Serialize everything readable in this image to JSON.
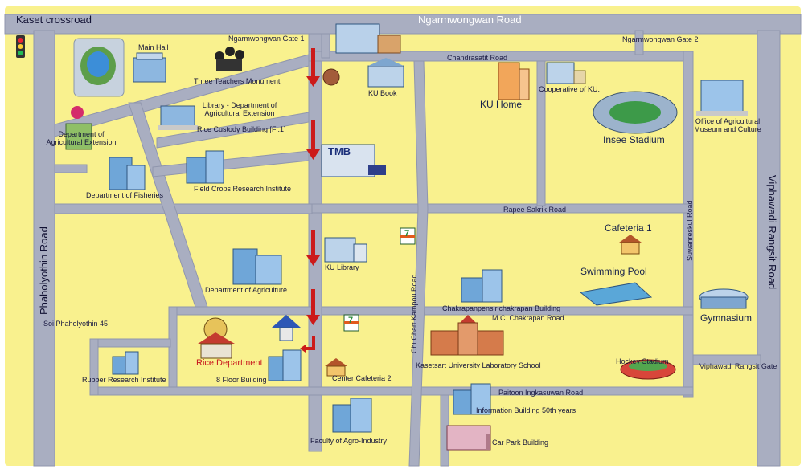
{
  "roads": {
    "top": "Ngarmwongwan Road",
    "kaset": "Kaset crossroad",
    "left": "Phaholyothin Road",
    "right": "Viphawadi Rangsit Road",
    "chandrasatit": "Chandrasatit Road",
    "rapee": "Rapee Sakrik Road",
    "suwanvesokul": "Suwanreskul Road",
    "chuchart": "ChuChart Kampou Road",
    "mc": "M.C. Chakrapan Road",
    "paitoon": "Paitoon Ingkasuwan Road",
    "soi": "Soi Phaholyothin 45"
  },
  "gates": {
    "gate1": "Ngarmwongwan Gate 1",
    "gate2": "Ngarmwongwan Gate 2",
    "viphawadi": "Viphawadi Rangsit Gate"
  },
  "places": {
    "main_hall": "Main Hall",
    "three_teachers": "Three Teachers Monument",
    "library_dae_1": "Library - Department of",
    "library_dae_2": "Agricultural Extension",
    "rice_custody": "Rice Custody Building [Fl.1]",
    "dae_1": "Department of",
    "dae_2": "Agricultural Extension",
    "fisheries": "Department of Fisheries",
    "field_crops": "Field Crops Research Institute",
    "ku_book": "KU Book",
    "ku_home": "KU Home",
    "coop": "Cooperative of KU.",
    "insee": "Insee Stadium",
    "museum_1": "Office of Agricultural",
    "museum_2": "Museum and Culture",
    "ku_library": "KU Library",
    "cafeteria1": "Cafeteria 1",
    "pool": "Swimming Pool",
    "doa": "Department of Agriculture",
    "chakrapan_bldg": "Chakrapanpensirichakrapan Building",
    "gymnasium": "Gymnasium",
    "rice_dept": "Rice Department",
    "eight_floor": "8 Floor Building",
    "center_cafe": "Center Cafeteria 2",
    "lab_school": "Kasetsart University Laboratory School",
    "hockey": "Hockey Stadium",
    "rubber": "Rubber Research Institute",
    "info_bldg": "Information Building 50th years",
    "agro": "Faculty of Agro-Industry",
    "car_park": "Car Park Building"
  },
  "signs": {
    "bank": "TMB",
    "seven1": "7",
    "seven2": "7"
  },
  "colors": {
    "ground": "#f9f18e",
    "road": "#a9aec1",
    "road_edge": "#8c92a8",
    "arrow": "#cc1a1a",
    "building": "#7fb2d8",
    "roof": "#e2a055"
  }
}
